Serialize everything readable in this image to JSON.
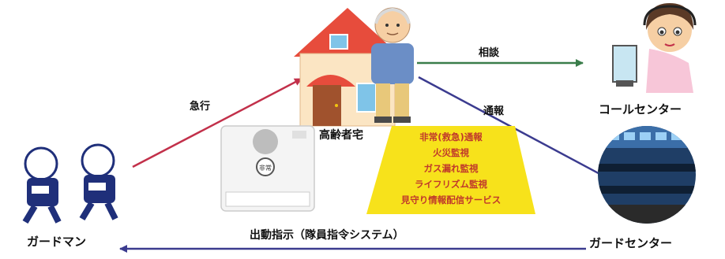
{
  "home": {
    "label": "高齢者宅"
  },
  "call_center": {
    "label": "コールセンター"
  },
  "guard_center": {
    "label": "ガードセンター"
  },
  "guardman": {
    "label": "ガードマン"
  },
  "arrows": {
    "consult": "相談",
    "report": "通報",
    "rush": "急行",
    "dispatch": "出動指示（隊員指令システム）"
  },
  "services": [
    "非常(救急)通報",
    "火災監視",
    "ガス漏れ監視",
    "ライフリズム監視",
    "見守り情報配信サービス"
  ],
  "device": {
    "button_label": "非常"
  },
  "colors": {
    "consult_arrow": "#3a7d4a",
    "report_arrow": "#3b3b8f",
    "rush_arrow": "#c2304a",
    "dispatch_arrow": "#3b3b8f",
    "service_panel": "#f7e21b"
  }
}
